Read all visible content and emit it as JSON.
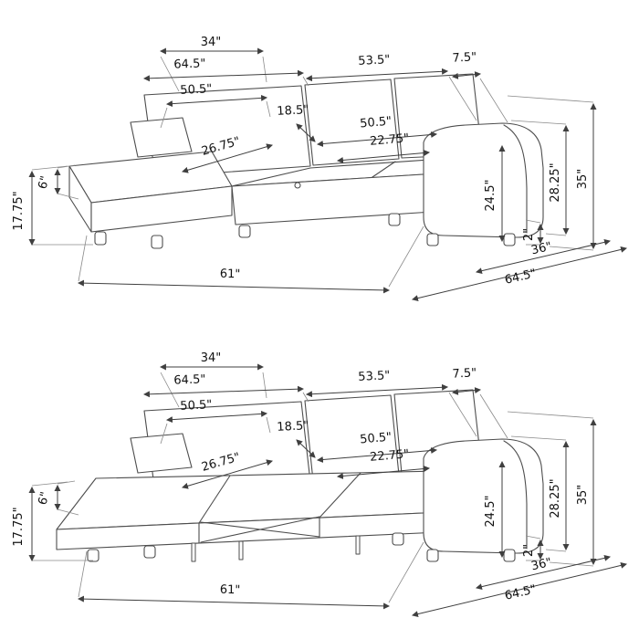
{
  "colors": {
    "background": "#ffffff",
    "line": "#4d4d4d",
    "text": "#111111"
  },
  "dims": {
    "d34": "34\"",
    "d64_5a": "64.5\"",
    "d50_5a": "50.5\"",
    "d53_5": "53.5\"",
    "d7_5": "7.5\"",
    "d18_5": "18.5\"",
    "d50_5b": "50.5\"",
    "d22_75": "22.75\"",
    "d26_75": "26.75\"",
    "d6": "6\"",
    "d17_75": "17.75\"",
    "d35": "35\"",
    "d28_25": "28.25\"",
    "d24_5": "24.5\"",
    "d2": "2\"",
    "d36": "36\"",
    "d64_5b": "64.5\"",
    "d61": "61\""
  }
}
